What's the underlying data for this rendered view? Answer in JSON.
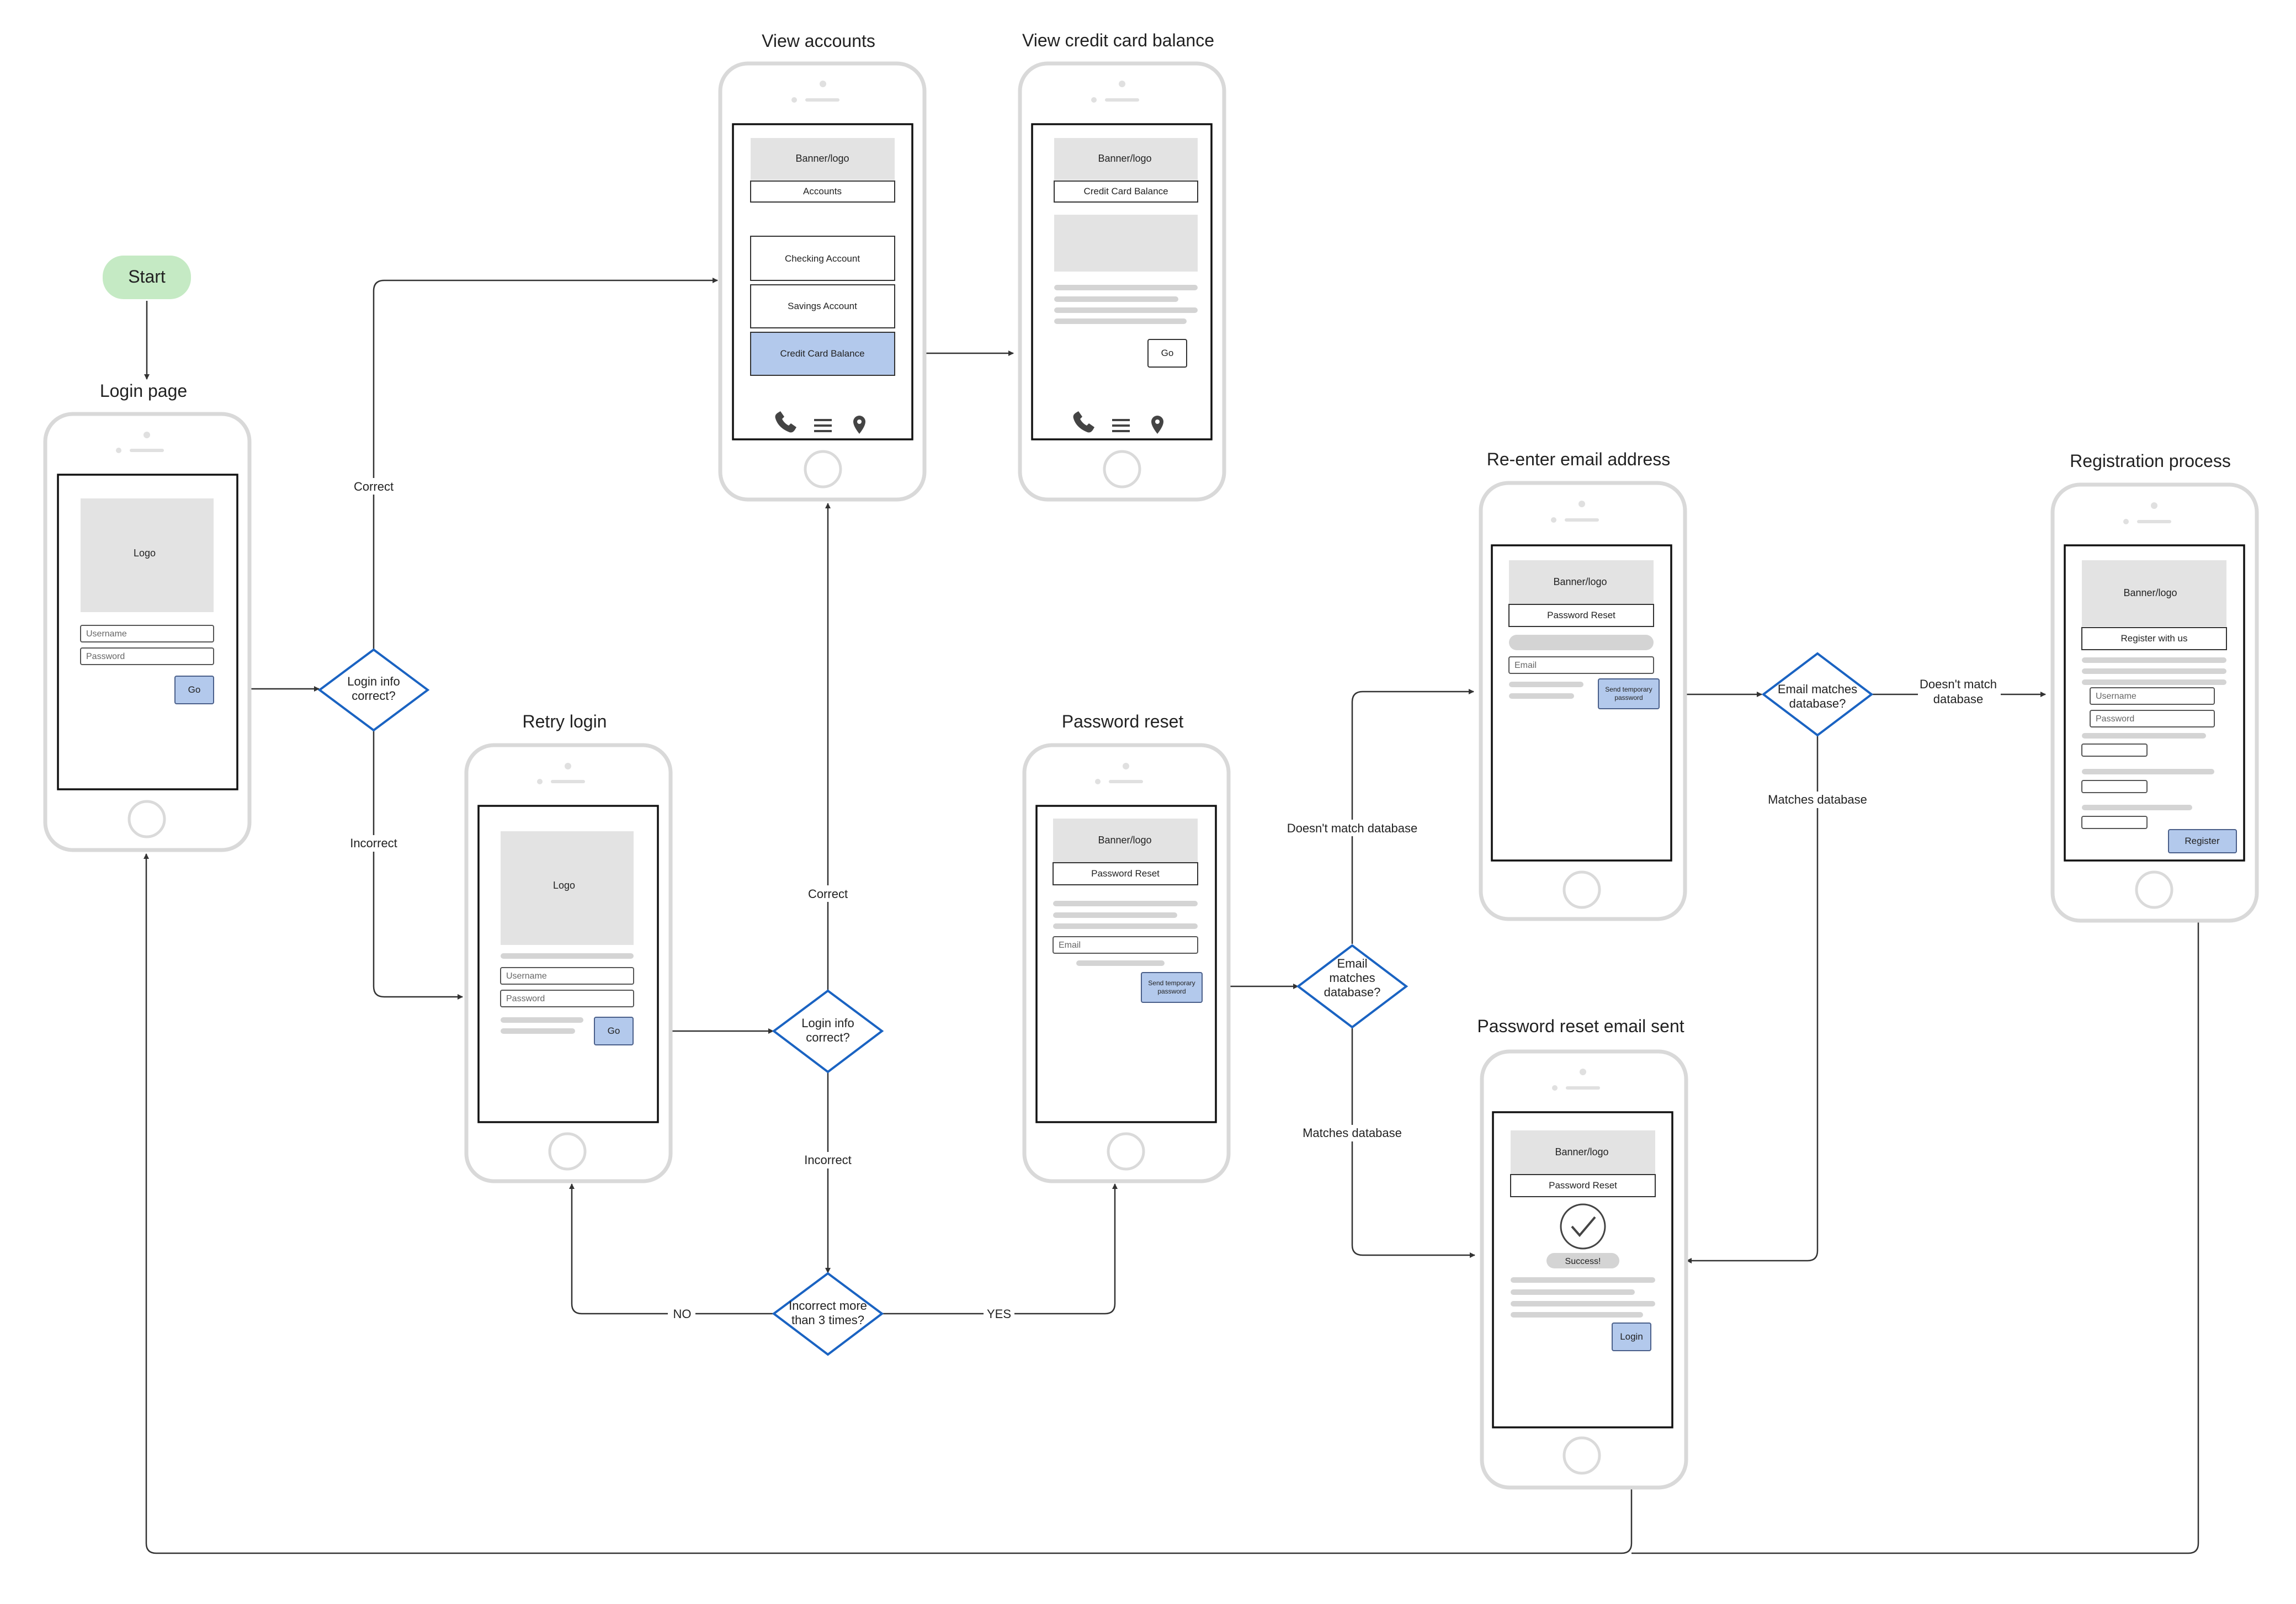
{
  "start": {
    "label": "Start"
  },
  "frames": {
    "login": {
      "title": "Login page",
      "logo": "Logo",
      "username": "Username",
      "password": "Password",
      "go": "Go"
    },
    "retry": {
      "title": "Retry login",
      "logo": "Logo",
      "username": "Username",
      "password": "Password",
      "go": "Go"
    },
    "accounts": {
      "title": "View accounts",
      "banner": "Banner/logo",
      "header": "Accounts",
      "checking": "Checking Account",
      "savings": "Savings Account",
      "credit": "Credit Card Balance"
    },
    "credit_balance": {
      "title": "View credit card balance",
      "banner": "Banner/logo",
      "header": "Credit Card Balance",
      "go": "Go"
    },
    "password_reset": {
      "title": "Password reset",
      "banner": "Banner/logo",
      "header": "Password Reset",
      "email": "Email",
      "send_line1": "Send temporary",
      "send_line2": "password"
    },
    "reenter_email": {
      "title": "Re-enter email address",
      "banner": "Banner/logo",
      "header": "Password Reset",
      "email": "Email",
      "send_line1": "Send temporary",
      "send_line2": "password"
    },
    "email_sent": {
      "title": "Password reset email sent",
      "banner": "Banner/logo",
      "header": "Password Reset",
      "success": "Success!",
      "login": "Login"
    },
    "registration": {
      "title": "Registration process",
      "banner": "Banner/logo",
      "header": "Register with us",
      "username": "Username",
      "password": "Password",
      "register": "Register"
    }
  },
  "decisions": {
    "login_check": {
      "line1": "Login info",
      "line2": "correct?"
    },
    "retry_check": {
      "line1": "Login info",
      "line2": "correct?"
    },
    "attempts": {
      "line1": "Incorrect more",
      "line2": "than 3 times?"
    },
    "email_check": {
      "line1": "Email",
      "line2": "matches",
      "line3": "database?"
    },
    "email_check2": {
      "line1": "Email matches",
      "line2": "database?"
    }
  },
  "connector_labels": {
    "correct1": "Correct",
    "incorrect1": "Incorrect",
    "correct2": "Correct",
    "incorrect2": "Incorrect",
    "no": "NO",
    "yes": "YES",
    "nomatch1": "Doesn't match database",
    "match1": "Matches database",
    "nomatch2_line1": "Doesn't match",
    "nomatch2_line2": "database",
    "match2": "Matches database"
  },
  "colors": {
    "start_fill": "#c5eac4",
    "decision_stroke": "#1a63c2",
    "button_fill": "#b3c9ec",
    "phone_frame": "#d9d9d9"
  },
  "icons": [
    "phone-icon",
    "menu-icon",
    "location-pin-icon",
    "checkmark-icon"
  ]
}
